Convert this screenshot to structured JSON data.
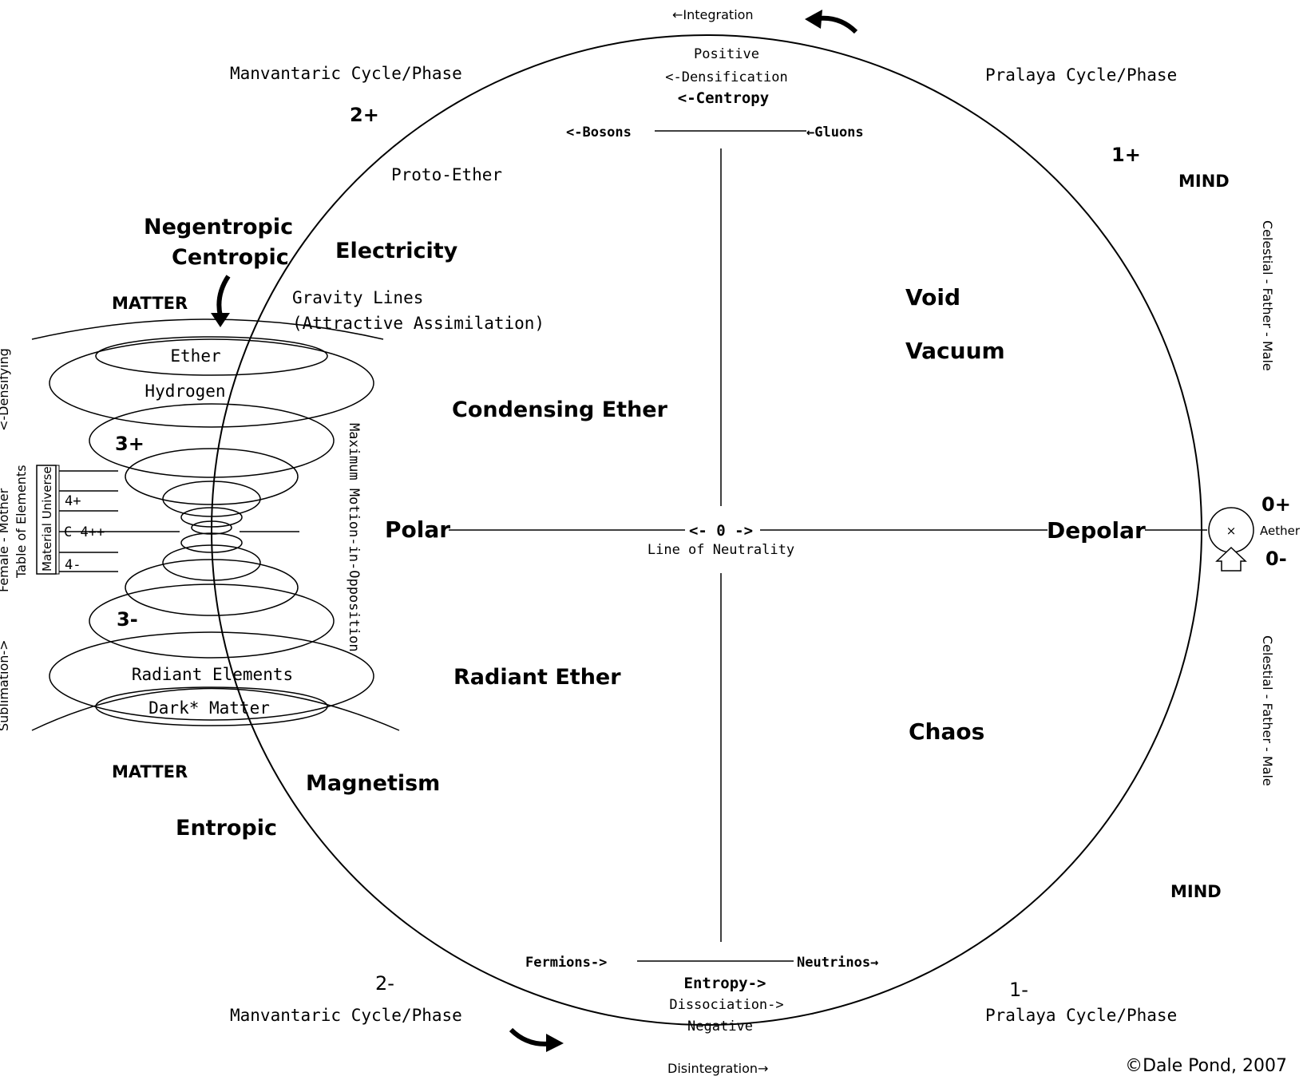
{
  "top": {
    "integration": "←Integration",
    "positive": "Positive",
    "densification": "<-Densification",
    "centropy": "<-Centropy",
    "bosons": "<-Bosons",
    "gluons": "←Gluons"
  },
  "bottom": {
    "fermions": "Fermions->",
    "neutrinos": "Neutrinos→",
    "entropy": "Entropy->",
    "dissociation": "Dissociation->",
    "negative": "Negative",
    "disintegration": "Disintegration→"
  },
  "phases": {
    "manv_top": "Manvantaric Cycle/Phase",
    "manv_bottom": "Manvantaric Cycle/Phase",
    "pral_top": "Pralaya Cycle/Phase",
    "pral_bottom": "Pralaya Cycle/Phase"
  },
  "quadrant_numbers": {
    "two_plus": "2+",
    "two_minus": "2-",
    "one_plus": "1+",
    "one_minus": "1-",
    "three_plus": "3+",
    "three_minus": "3-",
    "zero_plus": "0+",
    "zero_minus": "0-",
    "four_plus": "4+",
    "four_minus": "4-",
    "c_four": "C 4++"
  },
  "left": {
    "proto_ether": "Proto-Ether",
    "negentropic": "Negentropic",
    "centropic": "Centropic",
    "electricity": "Electricity",
    "matter_top": "MATTER",
    "gravity_line1": "Gravity Lines",
    "gravity_line2": "(Attractive Assimilation)",
    "ether": "Ether",
    "hydrogen": "Hydrogen",
    "radiant_elements": "Radiant Elements",
    "dark_matter": "Dark* Matter",
    "matter_bottom": "MATTER",
    "magnetism": "Magnetism",
    "entropic": "Entropic",
    "max_motion": "Maximum Motion-in-Opposition",
    "material_universe": "Material Universe",
    "table_of_elements": "Table of Elements",
    "female_mother": "Female - Mother",
    "densifying": "<-Densifying",
    "sublimation": "Sublimation->"
  },
  "inner": {
    "condensing_ether": "Condensing Ether",
    "radiant_ether": "Radiant Ether",
    "void": "Void",
    "vacuum": "Vacuum",
    "chaos": "Chaos",
    "polar": "Polar",
    "depolar": "Depolar",
    "zero": "<- 0 ->",
    "line_of_neutrality": "Line of Neutrality"
  },
  "right": {
    "mind_top": "MIND",
    "mind_bottom": "MIND",
    "celestial_top": "Celestial - Father - Male",
    "celestial_bottom": "Celestial - Father - Male",
    "aether": "Aether",
    "x_mark": "×"
  },
  "copyright": "©Dale Pond, 2007"
}
